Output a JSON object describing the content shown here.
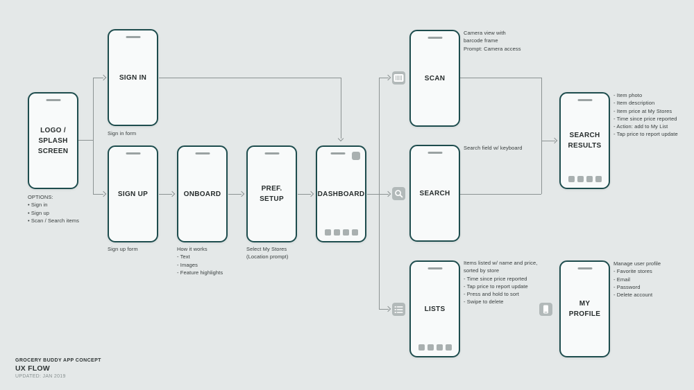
{
  "meta": {
    "project": "GROCERY BUDDY APP CONCEPT",
    "title": "UX FLOW",
    "updated": "UPDATED: JAN 2019"
  },
  "colors": {
    "background": "#e4e8e8",
    "phone_border": "#1d4c4d",
    "phone_fill": "#f8fafa",
    "connector": "#8b9292",
    "icon_gray": "#b2b9b9"
  },
  "screens": [
    {
      "id": "splash",
      "label": "LOGO / SPLASH SCREEN",
      "note": "OPTIONS:\n• Sign in\n• Sign up\n• Scan / Search items"
    },
    {
      "id": "sign-in",
      "label": "SIGN IN",
      "note": "Sign in form"
    },
    {
      "id": "sign-up",
      "label": "SIGN UP",
      "note": "Sign up form"
    },
    {
      "id": "onboard",
      "label": "ONBOARD",
      "note": "How it works\n- Text\n- Images\n- Feature highlights"
    },
    {
      "id": "pref-setup",
      "label": "PREF. SETUP",
      "note": "Select My Stores\n(Location prompt)"
    },
    {
      "id": "dashboard",
      "label": "DASHBOARD",
      "note": ""
    },
    {
      "id": "scan",
      "label": "SCAN",
      "note": "Camera view with\nbarcode frame\nPrompt: Camera access"
    },
    {
      "id": "search",
      "label": "SEARCH",
      "note": "Search field w/ keyboard"
    },
    {
      "id": "lists",
      "label": "LISTS",
      "note": "Items listed w/ name and price,\nsorted by store\n- Time since price reported\n- Tap price to report update\n- Press and hold to sort\n- Swipe to delete"
    },
    {
      "id": "search-results",
      "label": "SEARCH RESULTS",
      "note": "- Item photo\n- Item description\n- Item price at My Stores\n- Time since price reported\n- Action: add to My List\n- Tap price to report update"
    },
    {
      "id": "my-profile",
      "label": "MY PROFILE",
      "note": "Manage user profile\n- Favorite stores\n- Email\n- Password\n- Delete account"
    }
  ],
  "icons": [
    "barcode-icon",
    "search-icon",
    "lists-icon",
    "profile-icon"
  ]
}
